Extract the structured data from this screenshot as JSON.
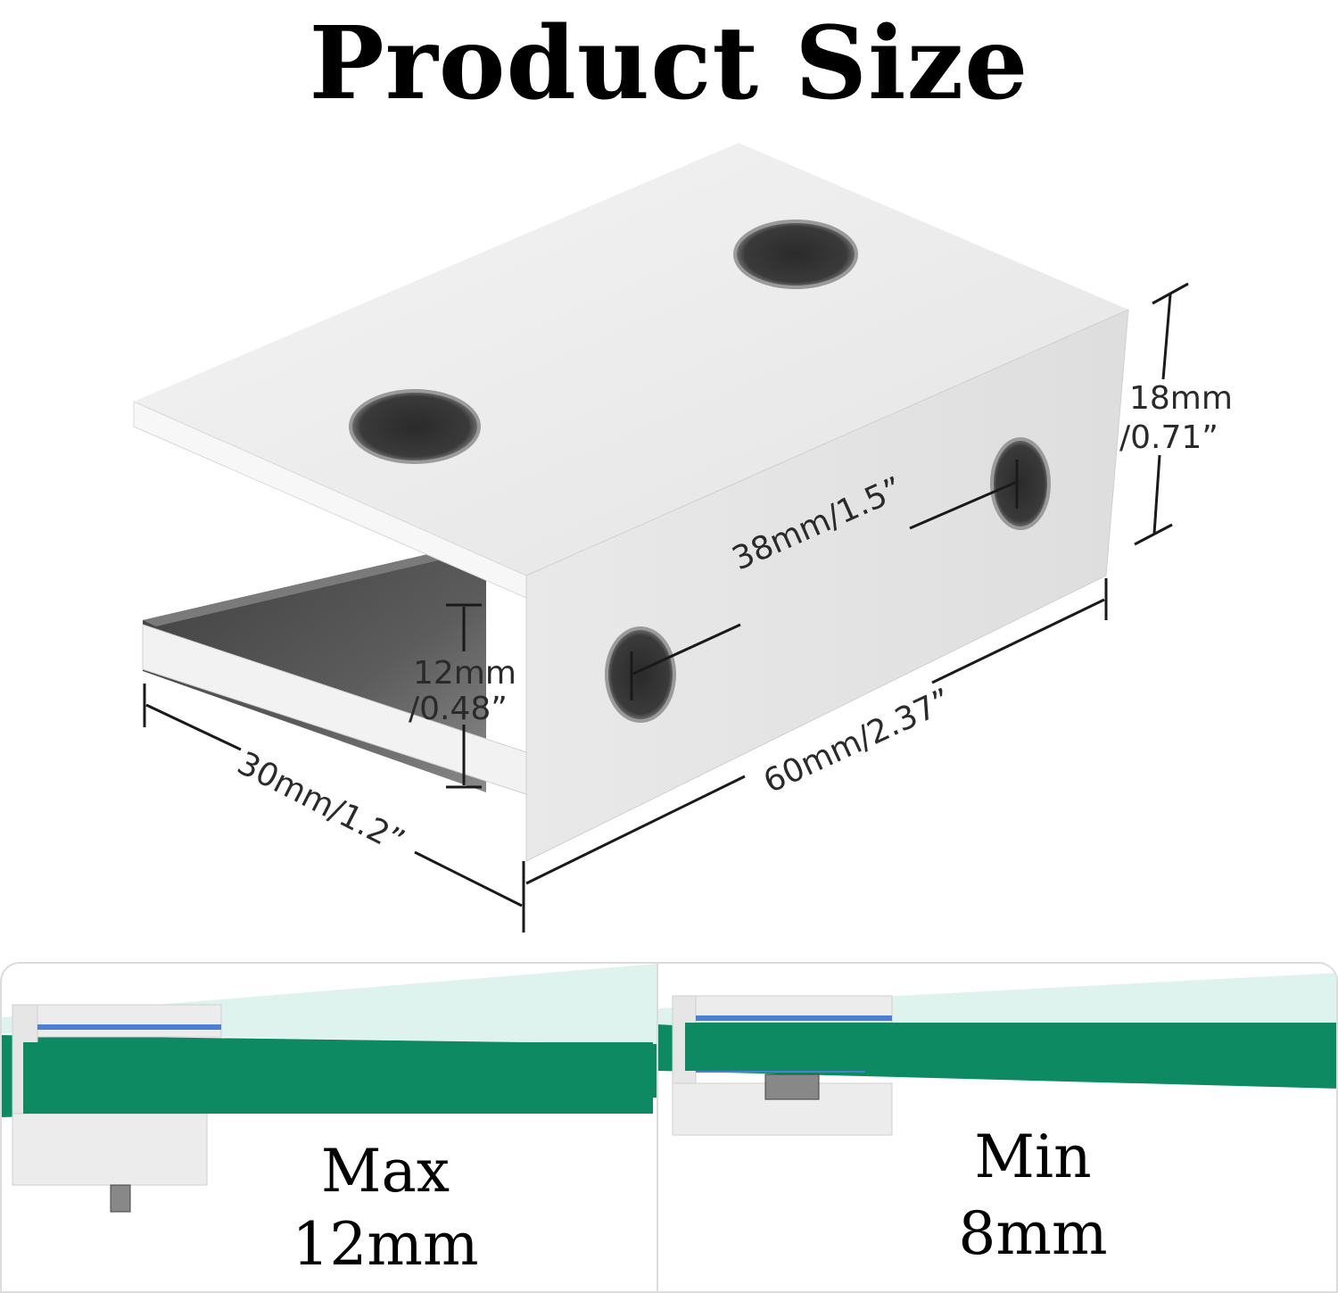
{
  "title": "Product Size",
  "dimensions": {
    "height_mm": "18mm",
    "height_in": "/0.71”",
    "hole_spacing": "38mm/1.5”",
    "length": "60mm/2.37”",
    "width": "30mm/1.2”",
    "gap_mm": "12mm",
    "gap_in": "/0.48”"
  },
  "panels": {
    "max": {
      "label": "Max",
      "value": "12mm"
    },
    "min": {
      "label": "Min",
      "value": "8mm"
    }
  },
  "colors": {
    "glass": "#0e8a63",
    "glass_top": "#dff3ee",
    "metal_light": "#ededed",
    "metal_shadow": "#5a5a5a",
    "gasket": "#4a7fd1"
  }
}
